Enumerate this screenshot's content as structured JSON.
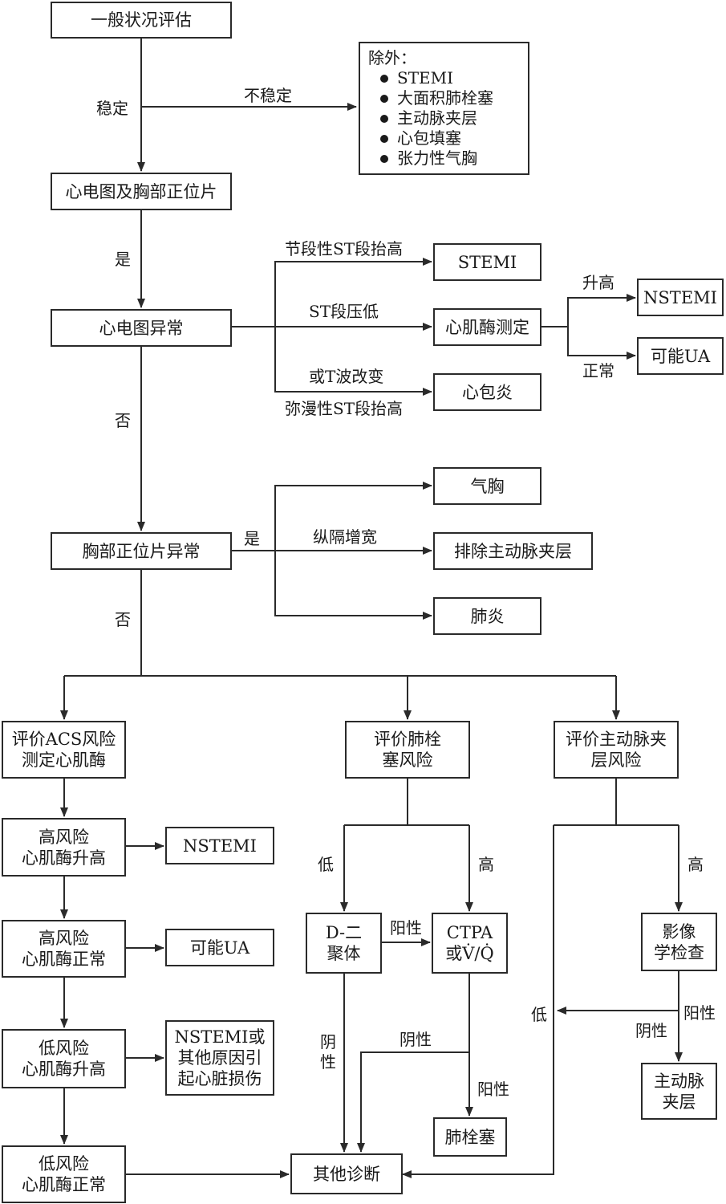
{
  "nodes": {
    "general": [
      "一般状况评估"
    ],
    "ecg_cxr": [
      "心电图及胸部正位片"
    ],
    "ecg_abn": [
      "心电图异常"
    ],
    "stemi": [
      "STEMI"
    ],
    "enzyme": [
      "心肌酶测定"
    ],
    "nstemi_top": [
      "NSTEMI"
    ],
    "ua_top": [
      "可能UA"
    ],
    "pericarditis": [
      "心包炎"
    ],
    "cxr_abn": [
      "胸部正位片异常"
    ],
    "pneumothorax": [
      "气胸"
    ],
    "exclude_dissection": [
      "排除主动脉夹层"
    ],
    "pneumonia": [
      "肺炎"
    ],
    "acs": [
      "评价ACS风险",
      "测定心肌酶"
    ],
    "pe_risk": [
      "评价肺栓",
      "塞风险"
    ],
    "ad_risk": [
      "评价主动脉夹",
      "层风险"
    ],
    "hr_up": [
      "高风险",
      "心肌酶升高"
    ],
    "nstemi_left": [
      "NSTEMI"
    ],
    "hr_normal": [
      "高风险",
      "心肌酶正常"
    ],
    "ua_left": [
      "可能UA"
    ],
    "lr_up": [
      "低风险",
      "心肌酶升高"
    ],
    "nstemi_other": [
      "NSTEMI或",
      "其他原因引",
      "起心脏损伤"
    ],
    "lr_normal": [
      "低风险",
      "心肌酶正常"
    ],
    "ddimer": [
      "D-二",
      "聚体"
    ],
    "ctpa": [
      "CTPA",
      "或V̇/Q̇"
    ],
    "pe": [
      "肺栓塞"
    ],
    "imaging": [
      "影像",
      "学检查"
    ],
    "ad": [
      "主动脉",
      "夹层"
    ],
    "other": [
      "其他诊断"
    ]
  },
  "exclusions": {
    "title": "除外：",
    "items": [
      "STEMI",
      "大面积肺栓塞",
      "主动脉夹层",
      "心包填塞",
      "张力性气胸"
    ]
  },
  "labels": {
    "stable": "稳定",
    "unstable": "不稳定",
    "yes1": "是",
    "segmental_st": "节段性ST段抬高",
    "st_depression": "ST段压低",
    "t_wave": "或T波改变",
    "diffuse_st": "弥漫性ST段抬高",
    "elevated": "升高",
    "normal": "正常",
    "no1": "否",
    "yes2": "是",
    "mediastinum": "纵隔增宽",
    "no2": "否",
    "pe_low": "低",
    "pe_high": "高",
    "positive1": "阳性",
    "negative1_a": "阴",
    "negative1_b": "性",
    "negative2": "阴性",
    "positive2": "阳性",
    "ad_high": "高",
    "ad_low": "低",
    "positive3": "阳性",
    "negative3": "阴性"
  },
  "colors": {
    "line": "#2a2a2a",
    "text": "#1a1a1a"
  }
}
